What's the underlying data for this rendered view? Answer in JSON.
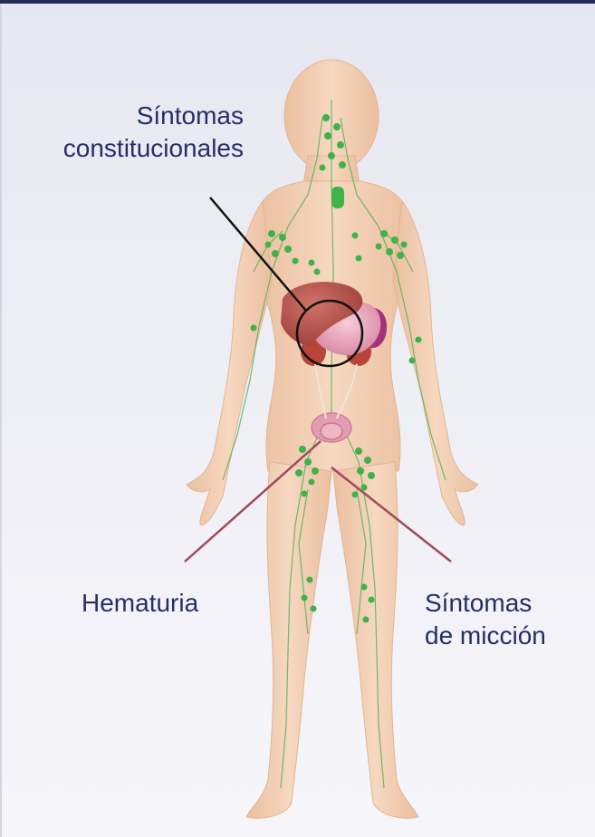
{
  "labels": {
    "constitutional": [
      "Síntomas",
      "constitucionales"
    ],
    "hematuria": "Hematuria",
    "urination": [
      "Síntomas",
      "de micción"
    ]
  },
  "colors": {
    "background": "#ececf4",
    "top_rule": "#242c58",
    "label_text": "#262e6a",
    "skin": "#f2cdb0",
    "lymph": "#3fb34a",
    "pointer_black": "#111111",
    "pointer_red": "#a04a5a",
    "liver": "#b5564e",
    "stomach": "#e6a3bc",
    "bladder": "#e29db2"
  },
  "icons": {
    "figure": "human-body-illustration"
  }
}
